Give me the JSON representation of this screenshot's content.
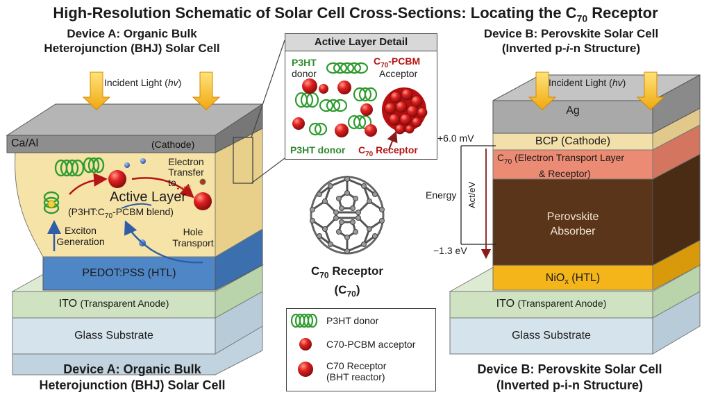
{
  "title": {
    "prefix": "High-Resolution Schematic of Solar Cell Cross-Sections: Locating the C",
    "sub": "70",
    "suffix": " Receptor"
  },
  "device_a": {
    "heading_top": [
      "Device A: Organic Bulk",
      "Heterojunction (BHJ) Solar Cell"
    ],
    "heading_bottom": [
      "Device A: Organic Bulk",
      "Heterojunction (BHJ) Solar Cell"
    ],
    "incident_light": "Incident Light (",
    "incident_light_var": "hv",
    "incident_light_close": ")",
    "cathode_material": "Ca/Al",
    "cathode_label": "(Cathode)",
    "electron_transfer": [
      "Electron",
      "Transfer",
      "to"
    ],
    "active_layer": "Active Layer",
    "blend_prefix": "(P3HT:C",
    "blend_sub": "70",
    "blend_suffix": "-PCBM blend)",
    "exciton": [
      "Exciton",
      "Generation"
    ],
    "hole": [
      "Hole",
      "Transport"
    ],
    "htl": "PEDOT:PSS (HTL)",
    "ito": "ITO",
    "ito_paren": "(Transparent Anode)",
    "glass": "Glass Substrate"
  },
  "detail": {
    "title": "Active Layer Detail",
    "p3ht_top": [
      "P3HT",
      "donor"
    ],
    "pcbm_prefix": "C",
    "pcbm_sub": "70",
    "pcbm_suffix": "-PCBM",
    "acceptor": "Acceptor",
    "p3ht_bottom": "P3HT donor",
    "receptor_prefix": "C",
    "receptor_sub": "70",
    "receptor_suffix": " Receptor"
  },
  "center": {
    "caption_prefix": "C",
    "caption_sub": "70",
    "caption_suffix": " Receptor",
    "caption2_prefix": "(C",
    "caption2_sub": "70",
    "caption2_suffix": ")"
  },
  "legend": {
    "items": [
      "P3HT donor",
      "C70-PCBM acceptor",
      "C70 Receptor",
      "(BHT reactor)"
    ]
  },
  "device_b": {
    "heading_top": [
      "Device B: Perovskite Solar Cell",
      "(Inverted p-",
      "i",
      "-n Structure)"
    ],
    "heading_bottom": [
      "Device B: Perovskite Solar Cell",
      "(Inverted p-i-n Structure)"
    ],
    "incident_light": "Incident Light (",
    "incident_light_var": "hv",
    "incident_light_close": ")",
    "ag": "Ag",
    "bcp": "BCP (Cathode)",
    "c70_prefix": "C",
    "c70_sub": "70",
    "c70_suffix": " (Electron Transport Layer",
    "c70_line2": "& Receptor)",
    "perovskite": [
      "Perovskite",
      "Absorber"
    ],
    "nio_prefix": "NiO",
    "nio_sub": "x",
    "nio_suffix": " (HTL)",
    "ito": "ITO",
    "ito_paren": "(Transparent Anode)",
    "glass": "Glass Substrate",
    "energy_top": "+6.0 mV",
    "energy_bottom": "−1.3 eV",
    "energy_label": "Energy",
    "delta_label": "Act/eV"
  },
  "colors": {
    "glass": "#d5e3ec",
    "ito": "#cfe3c3",
    "pedot": "#4f86c6",
    "active": "#f6e3a8",
    "cathode_gray": "#8e8e8e",
    "ag": "#a9a9a9",
    "bcp": "#f3dfa9",
    "c70_layer": "#ec8b73",
    "perovskite": "#5b351a",
    "nio": "#f3b51a",
    "red_ball": "#d81e1e",
    "green_coil": "#2f9b2f",
    "arrow_light": "#f2b81b"
  }
}
